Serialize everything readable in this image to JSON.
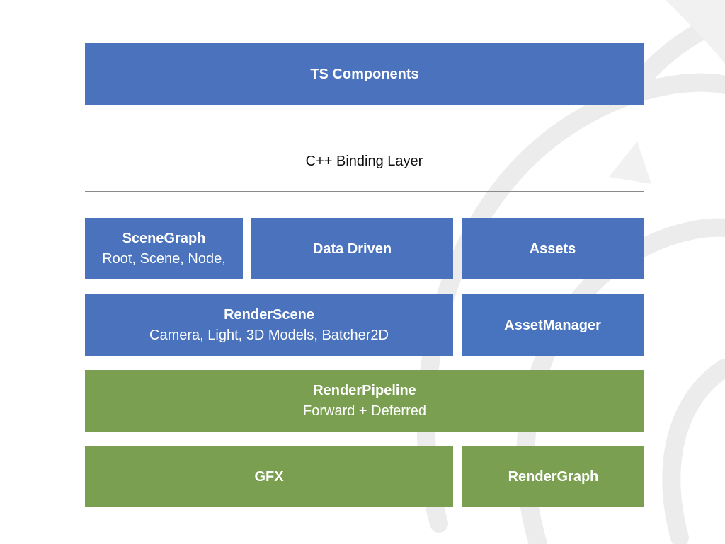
{
  "ts_components": {
    "title": "TS Components"
  },
  "binding_layer": {
    "label": "C++ Binding Layer"
  },
  "scene_graph": {
    "title": "SceneGraph",
    "subtitle": "Root, Scene, Node,"
  },
  "data_driven": {
    "title": "Data Driven"
  },
  "assets": {
    "title": "Assets"
  },
  "render_scene": {
    "title": "RenderScene",
    "subtitle": "Camera, Light, 3D Models, Batcher2D"
  },
  "asset_manager": {
    "title": "AssetManager"
  },
  "render_pipeline": {
    "title": "RenderPipeline",
    "subtitle": "Forward + Deferred"
  },
  "gfx": {
    "title": "GFX"
  },
  "render_graph": {
    "title": "RenderGraph"
  },
  "colors": {
    "engine_layer": "#4a72bd",
    "render_backend_layer": "#7a9f50",
    "divider": "#8a8a8a"
  }
}
